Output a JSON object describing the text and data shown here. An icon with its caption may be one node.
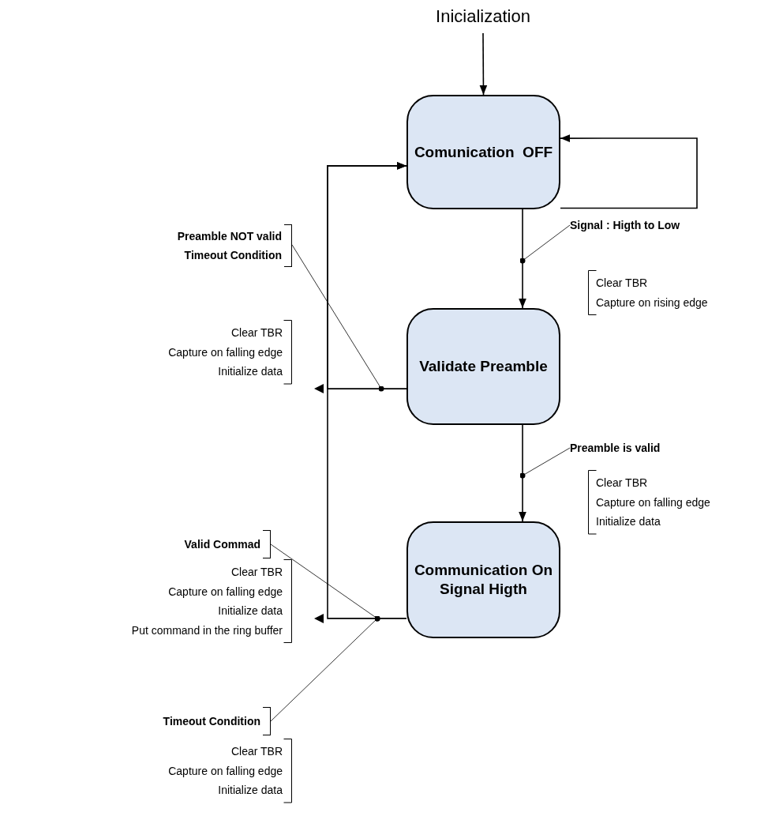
{
  "diagram": {
    "nodes": [
      {
        "text": [
          "Inicialization"
        ]
      },
      {
        "text": [
          "Comunication  OFF"
        ]
      },
      {
        "text": [
          "Validate Preamble"
        ]
      },
      {
        "text": [
          "Communication On Signal Higth"
        ]
      },
      {
        "text": [
          "Signal : Higth to Low"
        ]
      },
      {
        "text": [
          "Preamble NOT valid",
          "Timeout Condition"
        ]
      },
      {
        "text": [
          "Preamble is valid"
        ]
      },
      {
        "text": [
          "Valid Commad"
        ]
      },
      {
        "text": [
          "Timeout Condition"
        ]
      }
    ],
    "edges": [
      {
        "from": 0,
        "to": 1,
        "arrow": "to"
      },
      {
        "from": 1,
        "to": 1,
        "arrow": "to"
      },
      {
        "from": 1,
        "to": 2,
        "arrow": "to"
      },
      {
        "from": 2,
        "to": 3,
        "arrow": "to"
      },
      {
        "from": 2,
        "to": 1,
        "arrow": "to"
      },
      {
        "from": 3,
        "to": 1,
        "arrow": "to"
      },
      {
        "from": 4,
        "to": null,
        "arrow": "other"
      },
      {
        "from": 5,
        "to": null,
        "arrow": "other"
      },
      {
        "from": 6,
        "to": null,
        "arrow": "other"
      },
      {
        "from": 7,
        "to": null,
        "arrow": "other"
      },
      {
        "from": 8,
        "to": null,
        "arrow": "other"
      }
    ],
    "labels": [
      "Clear TBR",
      "Capture on rising edge",
      "Clear TBR",
      "Capture on falling edge",
      "Initialize data",
      "Clear TBR",
      "Capture on falling edge",
      "Initialize data",
      "Clear TBR",
      "Capture on falling edge",
      "Initialize data",
      "Put command in the ring buffer",
      "Clear TBR",
      "Capture on falling edge",
      "Initialize data"
    ]
  }
}
